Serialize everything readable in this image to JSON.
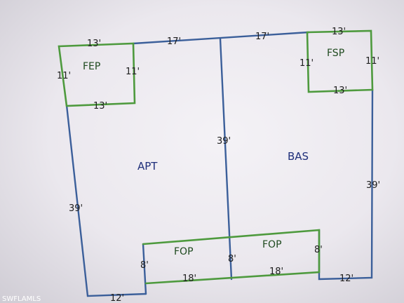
{
  "sketch": {
    "rooms": {
      "fep": "FEP",
      "fsp": "FSP",
      "apt": "APT",
      "bas": "BAS",
      "fop_left": "FOP",
      "fop_right": "FOP"
    },
    "dimensions": {
      "fep_top": "13'",
      "fep_left": "11'",
      "fep_right": "11'",
      "fep_bottom": "13'",
      "top_left_17": "17'",
      "top_right_17": "17'",
      "fsp_top": "13'",
      "fsp_left": "11'",
      "fsp_right": "11'",
      "fsp_bottom": "13'",
      "divider_39": "39'",
      "apt_left_39": "39'",
      "bas_right_39": "39'",
      "fop_left_8": "8'",
      "fop_mid_8": "8'",
      "fop_right_8": "8'",
      "fop_bottom_left_18": "18'",
      "fop_bottom_right_18": "18'",
      "bottom_left_12": "12'",
      "bottom_right_12": "12'"
    },
    "watermark": "SWFLAMLS"
  },
  "colors": {
    "outline": "#3b5f9a",
    "porch_outline": "#4e9a3e"
  }
}
